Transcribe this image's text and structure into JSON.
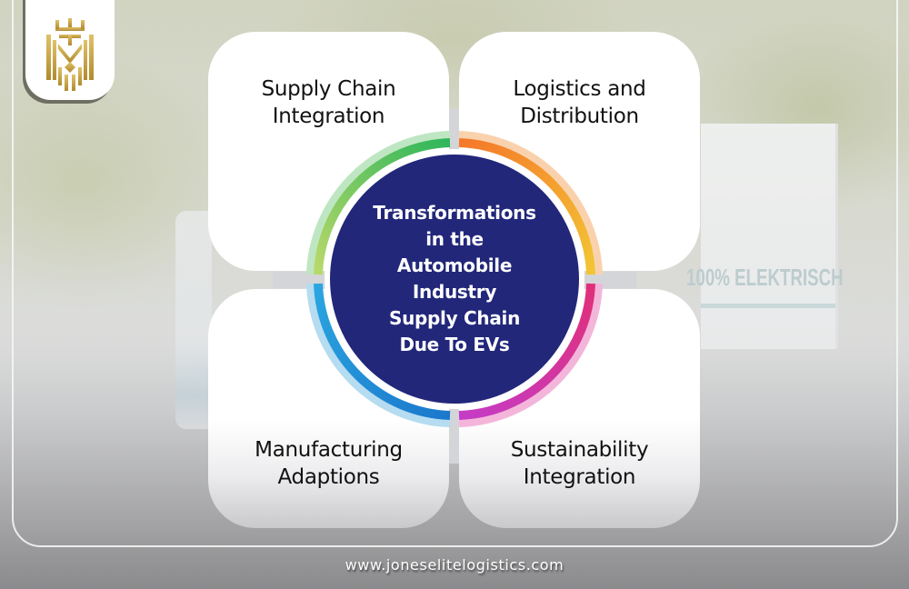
{
  "background": {
    "truck_text": "100% ELEKTRISCH"
  },
  "logo": {
    "icon": "lion-crown-icon",
    "color": "#c9a44a"
  },
  "hub": {
    "title": "Transformations\nin the\nAutomobile\nIndustry\nSupply Chain\nDue To EVs",
    "color": "#22277a"
  },
  "cards": [
    {
      "position": "top-left",
      "label": "Supply Chain\nIntegration",
      "ring_color": "#2fb65a",
      "ring_light": "#a8e3bb"
    },
    {
      "position": "top-right",
      "label": "Logistics and\nDistribution",
      "ring_color": "#f5782a",
      "ring_light": "#f8c9a0"
    },
    {
      "position": "bottom-left",
      "label": "Manufacturing\nAdaptions",
      "ring_color": "#1f93d6",
      "ring_light": "#a6d6ee"
    },
    {
      "position": "bottom-right",
      "label": "Sustainability\nIntegration",
      "ring_color": "#d52f8e",
      "ring_light": "#f2a6d2"
    }
  ],
  "ring_gradient_end": {
    "top-left": "#b9d96a",
    "top-right": "#f2c534"
  },
  "footer": {
    "url": "www.joneselitelogistics.com"
  }
}
